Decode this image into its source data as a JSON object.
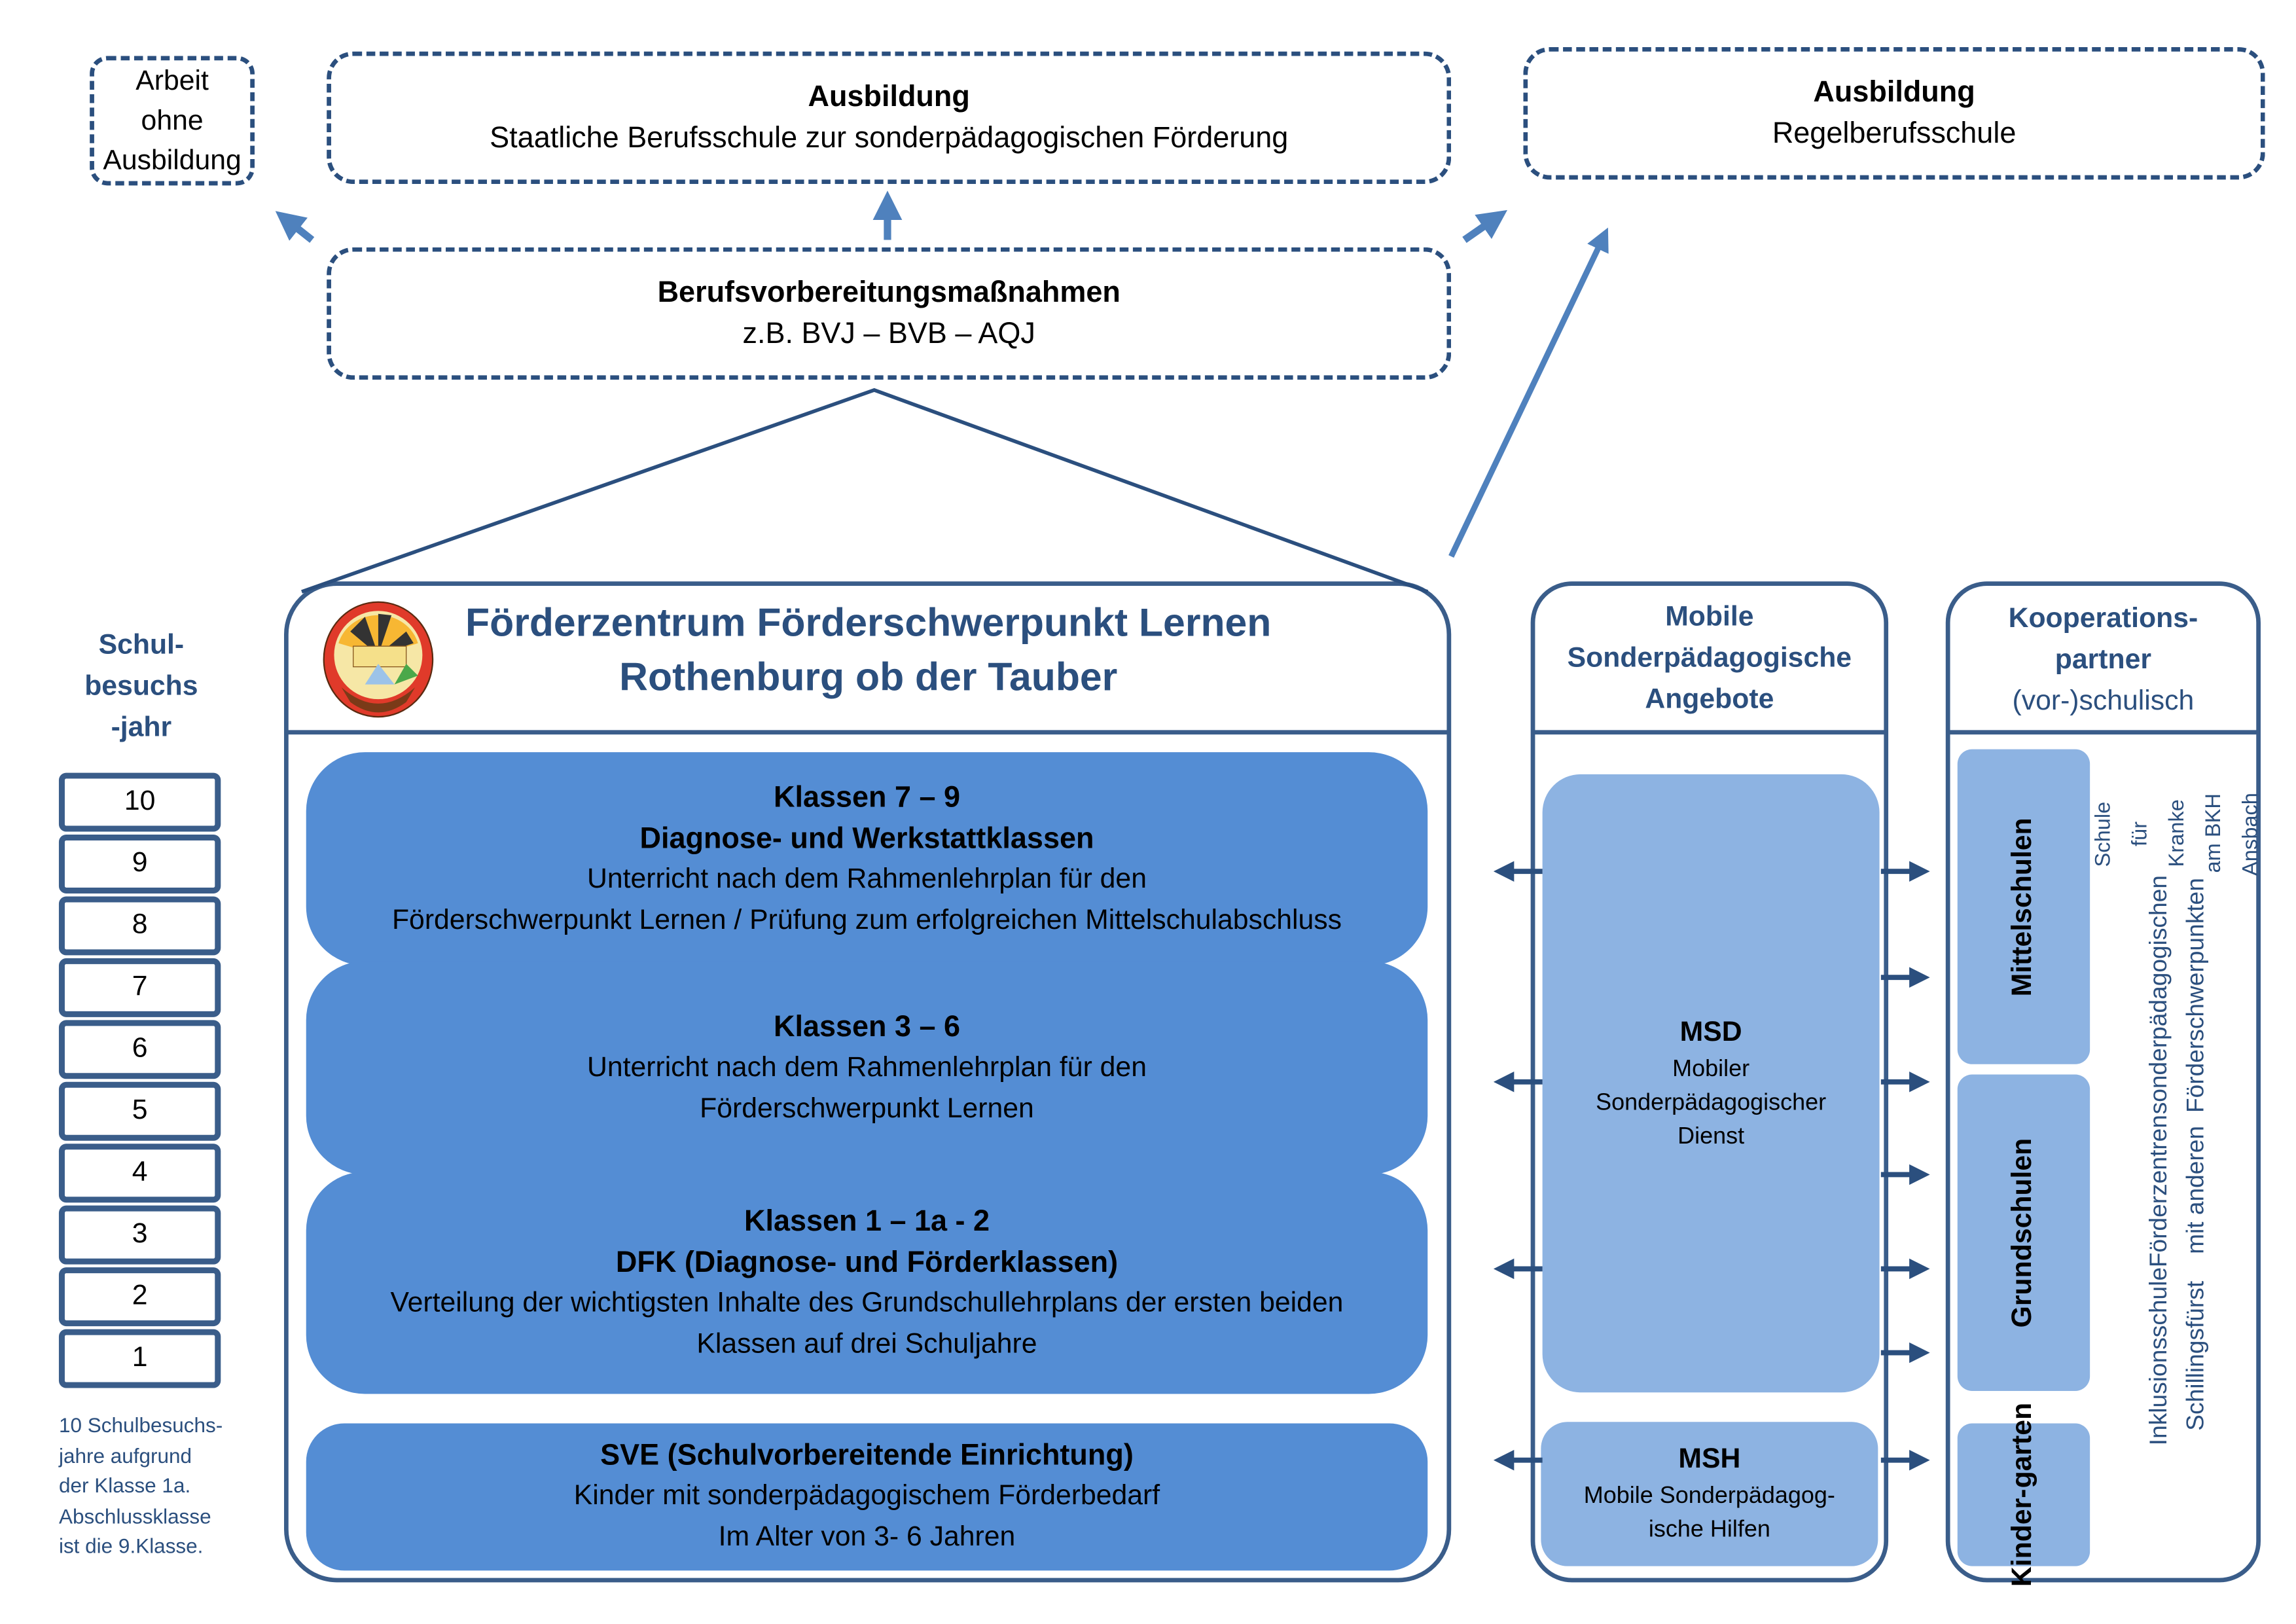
{
  "top": {
    "arbeit": {
      "lines": [
        "Arbeit",
        "ohne",
        "Ausbildung"
      ]
    },
    "ausbildung_sonder": {
      "title": "Ausbildung",
      "subtitle": "Staatliche Berufsschule zur sonderpädagogischen Förderung"
    },
    "ausbildung_regel": {
      "title": "Ausbildung",
      "subtitle": "Regelberufsschule"
    },
    "berufsvorbereitung": {
      "title": "Berufsvorbereitungsmaßnahmen",
      "subtitle": "z.B. BVJ – BVB – AQJ"
    }
  },
  "years": {
    "heading": [
      "Schul-",
      "besuchs",
      "-jahr"
    ],
    "items": [
      "10",
      "9",
      "8",
      "7",
      "6",
      "5",
      "4",
      "3",
      "2",
      "1"
    ],
    "note": [
      "10 Schulbesuchs-",
      "jahre aufgrund",
      "der Klasse 1a.",
      "Abschlussklasse",
      "ist die 9.Klasse."
    ]
  },
  "center": {
    "title_line1": "Förderzentrum Förderschwerpunkt Lernen",
    "title_line2": "Rothenburg ob der Tauber",
    "logo": "school-logo",
    "blocks": [
      {
        "lines_bold": [
          "Klassen 7 – 9",
          "Diagnose- und Werkstattklassen"
        ],
        "lines": [
          "Unterricht nach dem Rahmenlehrplan für den",
          "Förderschwerpunkt Lernen / Prüfung zum erfolgreichen Mittelschulabschluss"
        ]
      },
      {
        "lines_bold": [
          "Klassen 3 – 6"
        ],
        "lines": [
          "Unterricht nach dem Rahmenlehrplan für den",
          "Förderschwerpunkt Lernen"
        ]
      },
      {
        "lines_bold": [
          "Klassen 1 – 1a - 2",
          "DFK (Diagnose- und Förderklassen)"
        ],
        "lines": [
          "Verteilung der wichtigsten Inhalte des Grundschullehrplans der ersten beiden",
          "Klassen auf drei Schuljahre"
        ]
      },
      {
        "lines_bold": [
          "SVE (Schulvorbereitende Einrichtung)"
        ],
        "lines": [
          "Kinder mit sonderpädagogischem Förderbedarf",
          "Im Alter von 3- 6 Jahren"
        ]
      }
    ]
  },
  "mobile": {
    "heading": [
      "Mobile",
      "Sonderpädagogische",
      "Angebote"
    ],
    "msd": {
      "title": "MSD",
      "lines": [
        "Mobiler",
        "Sonderpädagogischer",
        "Dienst"
      ]
    },
    "msh": {
      "title": "MSH",
      "lines": [
        "Mobile Sonderpädagog-",
        "ische Hilfen"
      ]
    }
  },
  "partners": {
    "heading_bold": [
      "Kooperations-",
      "partner"
    ],
    "heading_sub": "(vor-)schulisch",
    "mittelschulen": "Mittelschulen",
    "grundschulen": "Grundschulen",
    "kindergarten": [
      "Kinder-",
      "garten"
    ],
    "others": [
      "Inklusionsschule Schillingsfürst",
      "Förderzentren mit anderen",
      "sonderpädagogischen Förderschwerpunkten",
      "Schule für Kranke am BKH Ansbach"
    ]
  },
  "colors": {
    "navy": "#2b4f7e",
    "frame": "#3a5d8a",
    "block_blue": "#548dd4",
    "light_blue": "#8db3e2",
    "arrow_blue": "#4f81bd"
  }
}
